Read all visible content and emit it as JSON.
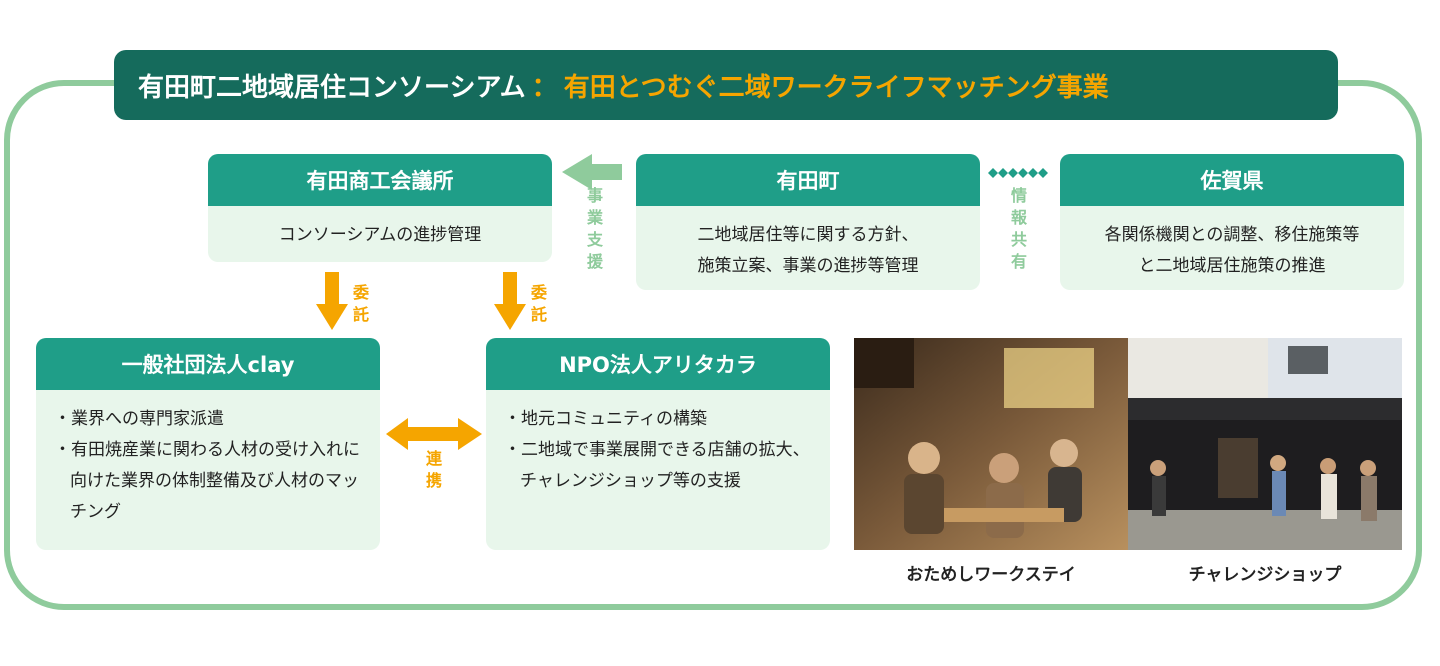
{
  "title": {
    "main": "有田町二地域居住コンソーシアム",
    "separator": "：",
    "sub": "有田とつむぐ二域ワークライフマッチング事業"
  },
  "orgs": {
    "chamber": {
      "name": "有田商工会議所",
      "desc": "コンソーシアムの進捗管理"
    },
    "town": {
      "name": "有田町",
      "desc_lines": [
        "二地域居住等に関する方針、",
        "施策立案、事業の進捗等管理"
      ]
    },
    "prefecture": {
      "name": "佐賀県",
      "desc_lines": [
        "各関係機関との調整、移住施策等",
        "と二地域居住施策の推進"
      ]
    },
    "clay": {
      "name": "一般社団法人clay",
      "items": [
        "・業界への専門家派遣",
        "・有田焼産業に関わる人材の受け入れに向けた業界の体制整備及び人材のマッチング"
      ]
    },
    "npo": {
      "name": "NPO法人アリタカラ",
      "items": [
        "・地元コミュニティの構築",
        "・二地域で事業展開できる店舗の拡大、チャレンジショップ等の支援"
      ]
    }
  },
  "relations": {
    "support": "事業支援",
    "share": "情報共有",
    "commission_left": "委託",
    "commission_right": "委託",
    "cooperation": "連携"
  },
  "photos": {
    "left_caption": "おためしワークステイ",
    "right_caption": "チャレンジショップ"
  },
  "colors": {
    "title_bg": "#156b5c",
    "header_bg": "#1f9e88",
    "body_bg": "#e8f6eb",
    "frame": "#8fcb9c",
    "accent": "#f5a500"
  }
}
